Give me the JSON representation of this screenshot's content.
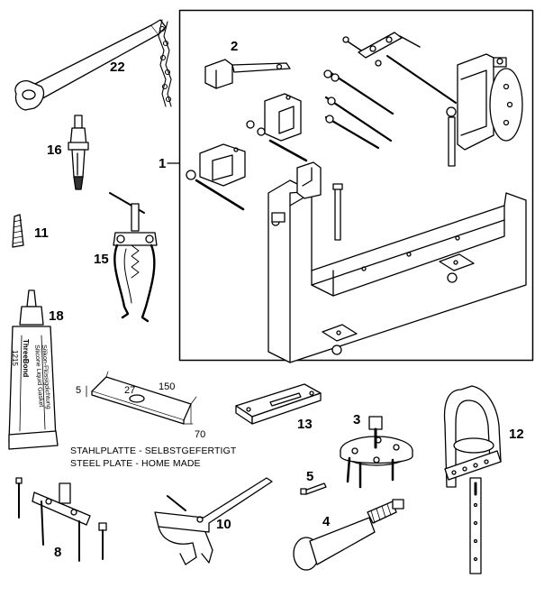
{
  "part_numbers": {
    "p1": "1",
    "p2": "2",
    "p3": "3",
    "p4": "4",
    "p5": "5",
    "p8": "8",
    "p10": "10",
    "p11": "11",
    "p12": "12",
    "p13": "13",
    "p15": "15",
    "p16": "16",
    "p18": "18",
    "p22": "22"
  },
  "steel_plate": {
    "dim_thickness": "5",
    "dim_diameter": "27",
    "dim_length": "150",
    "dim_width": "70",
    "caption_de": "STAHLPLATTE - SELBSTGEFERTIGT",
    "caption_en": "STEEL PLATE - HOME MADE"
  },
  "tube_label": {
    "brand": "ThreeBond",
    "code": "1215",
    "text_a": "Silikon-Flüssigdichtung",
    "text_b": "Silicone Liquid Gasket"
  }
}
